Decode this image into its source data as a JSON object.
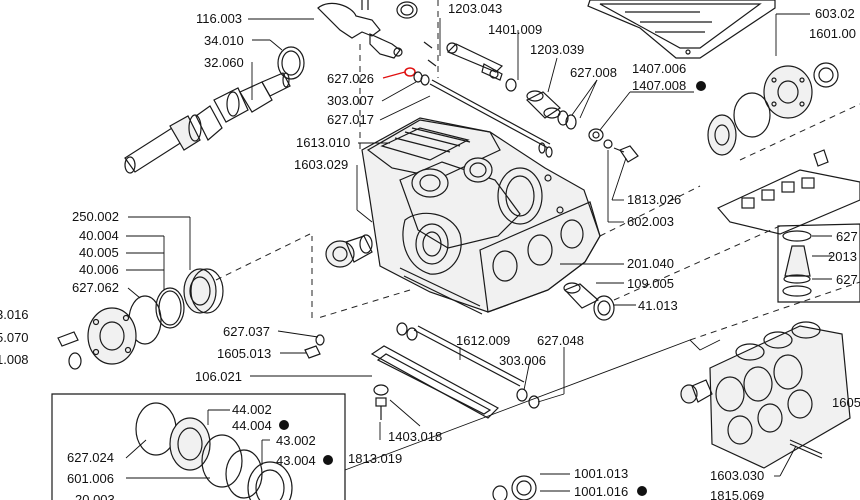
{
  "diagram": {
    "labels": {
      "p_116_003": "116.003",
      "p_34_010": "34.010",
      "p_32_060": "32.060",
      "p_1203_043": "1203.043",
      "p_1401_009": "1401.009",
      "p_1203_039": "1203.039",
      "p_627_008": "627.008",
      "p_1407_006": "1407.006",
      "p_1407_008": "1407.008",
      "p_603_02": "603.02",
      "p_1601_00": "1601.00",
      "p_627_026": "627.026",
      "p_303_007": "303.007",
      "p_627_017": "627.017",
      "p_1613_010": "1613.010",
      "p_1603_029": "1603.029",
      "p_1813_026": "1813.026",
      "p_602_003": "602.003",
      "p_250_002": "250.002",
      "p_40_004": "40.004",
      "p_40_005": "40.005",
      "p_40_006": "40.006",
      "p_627_062": "627.062",
      "p_3_016": "3.016",
      "p_5_070": "5.070",
      "p_1_008": "1.008",
      "p_201_040": "201.040",
      "p_109_005": "109.005",
      "p_41_013": "41.013",
      "p_627_037": "627.037",
      "p_1605_013": "1605.013",
      "p_106_021": "106.021",
      "p_1612_009": "1612.009",
      "p_627_048": "627.048",
      "p_303_006": "303.006",
      "p_44_002": "44.002",
      "p_44_004": "44.004",
      "p_43_002": "43.002",
      "p_43_004": "43.004",
      "p_627_024": "627.024",
      "p_601_006": "601.006",
      "p_20_003": "20.003",
      "p_1403_018": "1403.018",
      "p_1813_019": "1813.019",
      "p_1001_013": "1001.013",
      "p_1001_016": "1001.016",
      "p_1603_030": "1603.030",
      "p_1815_069": "1815.069",
      "p_1605": "1605",
      "p_627_a": "627",
      "p_2013": "2013",
      "p_627_b": "627"
    },
    "highlight_color": "#e01010"
  }
}
